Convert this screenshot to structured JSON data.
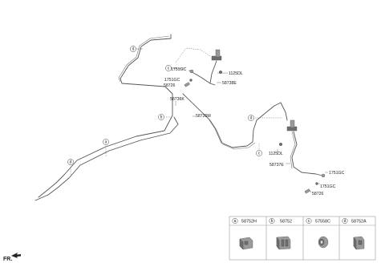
{
  "callouts": {
    "a": "a",
    "b": "b",
    "c": "c",
    "d": "d"
  },
  "parts": {
    "p1751GC_top": "1751GC",
    "p1751GC_mid": "1751GC",
    "p58726_top": "58726",
    "p1125DL_top": "1125DL",
    "p58738E": "58738E",
    "p58736K": "58736K",
    "p58735M": "58735M",
    "p1125DL_right": "1125DL",
    "p58737E": "58737E",
    "p1751GC_right1": "1751GC",
    "p1751GC_right2": "1751GC",
    "p58726_right": "58726"
  },
  "legend": {
    "items": [
      {
        "letter": "a",
        "part": "58752H"
      },
      {
        "letter": "b",
        "part": "58752"
      },
      {
        "letter": "c",
        "part": "57558C"
      },
      {
        "letter": "d",
        "part": "58752A"
      }
    ]
  },
  "fr_label": "FR."
}
